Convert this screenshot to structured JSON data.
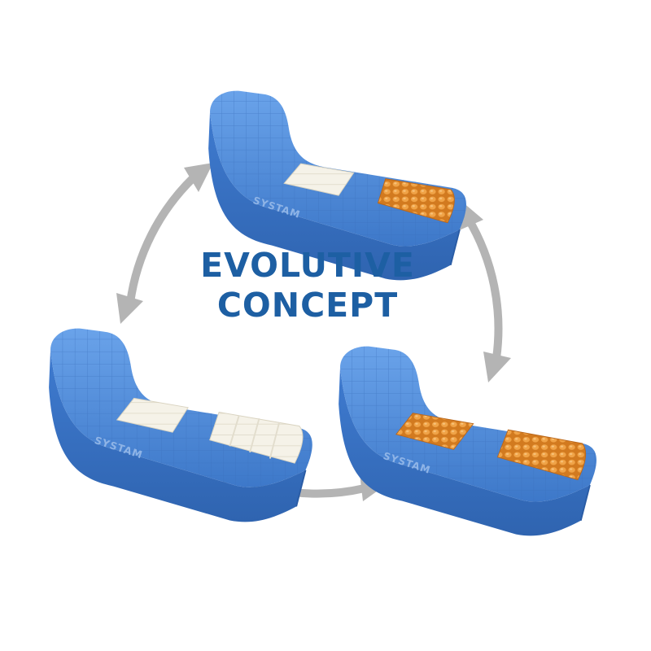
{
  "title": {
    "line1": "EVOLUTIVE",
    "line2": "CONCEPT"
  },
  "mattresses": [
    {
      "name": "mattress-top",
      "brand": "SYSTAM",
      "inserts": [
        "white-foam",
        "orange-cells"
      ]
    },
    {
      "name": "mattress-left",
      "brand": "SYSTAM",
      "inserts": [
        "white-foam",
        "white-foam"
      ]
    },
    {
      "name": "mattress-right",
      "brand": "SYSTAM",
      "inserts": [
        "orange-cells",
        "orange-cells"
      ]
    }
  ],
  "colors": {
    "title": "#1d5fa3",
    "foam": "#4f8ee0",
    "foam_dark": "#3a73c2",
    "arrow": "#b0b0b0",
    "white_insert": "#f4f1e6",
    "orange_insert": "#e08a2b"
  },
  "icons": [
    "double-arrow-icon"
  ]
}
